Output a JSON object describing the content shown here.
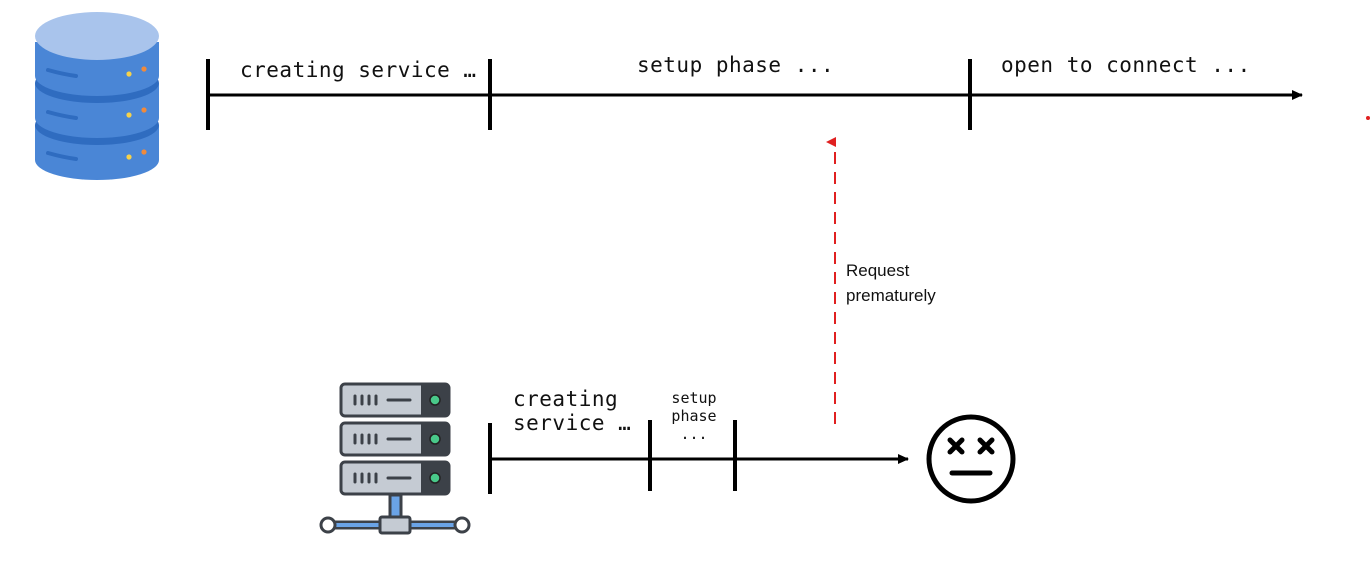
{
  "database_timeline": {
    "phase_1": "creating service …",
    "phase_2": "setup phase ...",
    "phase_3": "open to connect ..."
  },
  "server_timeline": {
    "phase_1_line1": "creating",
    "phase_1_line2": "service …",
    "phase_2_line1": "setup",
    "phase_2_line2": "phase",
    "phase_2_line3": "..."
  },
  "request_note": {
    "line1": "Request",
    "line2": "prematurely"
  },
  "colors": {
    "timeline": "#000000",
    "request_arrow": "#e02020",
    "db_blue_light": "#a9c4ec",
    "db_blue": "#4a86d6",
    "db_blue_dark": "#2f6cc0",
    "server_gray": "#c5cbd3",
    "server_dark": "#3c4148",
    "server_led": "#49c98a"
  },
  "icons": {
    "database": "database-icon",
    "server": "server-rack-icon",
    "failure": "dead-face-icon"
  }
}
